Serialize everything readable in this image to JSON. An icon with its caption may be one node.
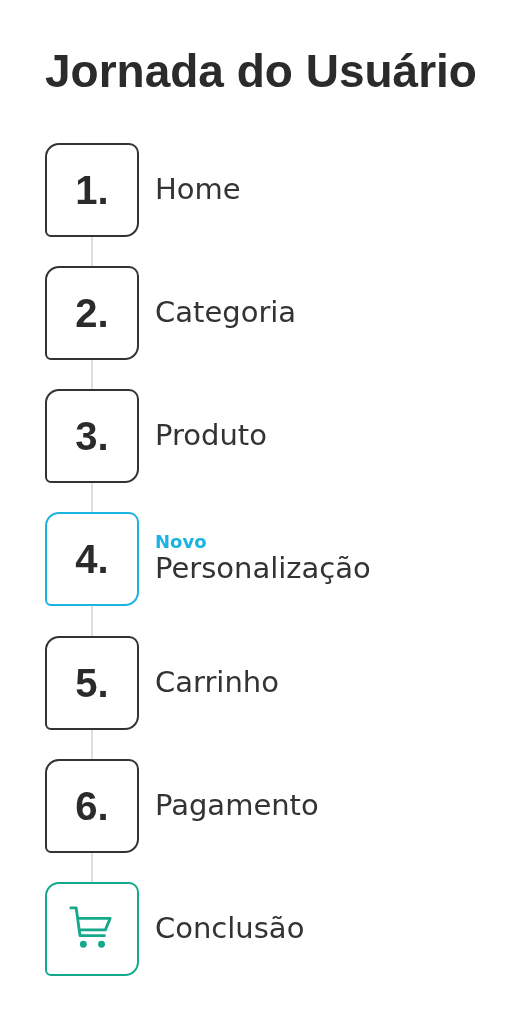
{
  "diagram": {
    "title": "Jornada do Usuário",
    "nodes": [
      {
        "text": [
          "1."
        ],
        "beside": [
          "Home"
        ]
      },
      {
        "text": [
          "2."
        ],
        "beside": [
          "Categoria"
        ]
      },
      {
        "text": [
          "3."
        ],
        "beside": [
          "Produto"
        ]
      },
      {
        "text": [
          "4."
        ],
        "beside": [
          "Novo",
          "Personalização"
        ]
      },
      {
        "text": [
          "5."
        ],
        "beside": [
          "Carrinho"
        ]
      },
      {
        "text": [
          "6."
        ],
        "beside": [
          "Pagamento"
        ]
      },
      {
        "text": [],
        "shape": "box",
        "beside": [
          "Conclusão"
        ]
      }
    ],
    "edges": [
      {
        "from": 0,
        "to": 1,
        "arrow": "none"
      },
      {
        "from": 1,
        "to": 2,
        "arrow": "none"
      },
      {
        "from": 2,
        "to": 3,
        "arrow": "none"
      },
      {
        "from": 3,
        "to": 4,
        "arrow": "none"
      },
      {
        "from": 4,
        "to": 5,
        "arrow": "none"
      },
      {
        "from": 5,
        "to": 6,
        "arrow": "none"
      }
    ]
  }
}
